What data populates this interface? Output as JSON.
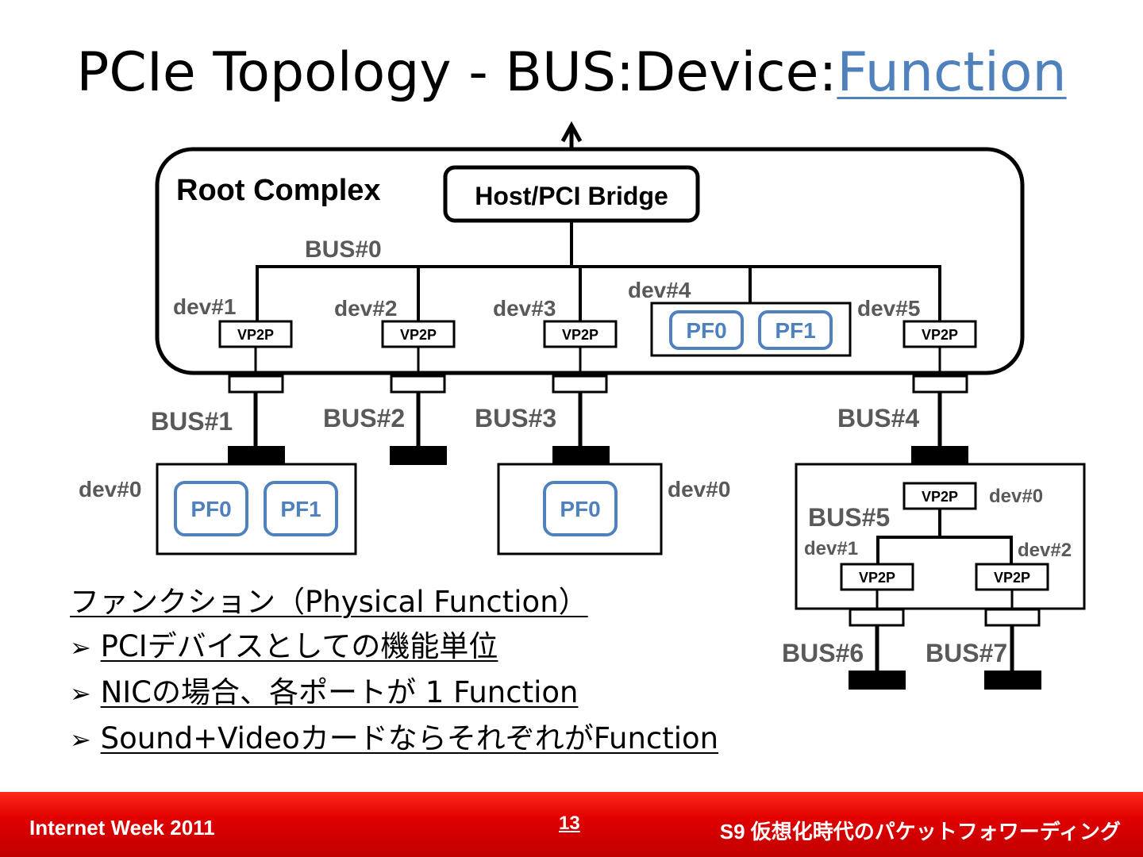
{
  "title": {
    "prefix": "PCIe Topology - BUS:Device:",
    "highlight": "Function"
  },
  "diagram": {
    "root_complex": "Root Complex",
    "host_bridge": "Host/PCI Bridge",
    "bus0": "BUS#0",
    "dev1": "dev#1",
    "dev2": "dev#2",
    "dev3": "dev#3",
    "dev4": "dev#4",
    "dev5": "dev#5",
    "vp2p": "VP2P",
    "pf0": "PF0",
    "pf1": "PF1",
    "bus1": "BUS#1",
    "bus2": "BUS#2",
    "bus3": "BUS#3",
    "bus4": "BUS#4",
    "bus5": "BUS#5",
    "bus6": "BUS#6",
    "bus7": "BUS#7",
    "dev0": "dev#0"
  },
  "bullets": {
    "heading": "ファンクション（Physical Function）",
    "marker": "➢",
    "items": [
      "PCIデバイスとしての機能単位",
      "NICの場合、各ポートが 1 Function",
      "Sound+VideoカードならそれぞれがFunction"
    ]
  },
  "footer": {
    "left": "Internet Week 2011",
    "page": "13",
    "right": "S9 仮想化時代のパケットフォワーディング"
  },
  "colors": {
    "accent": "#4f81bd",
    "label_gray": "#595959",
    "footer_red": "#e00000"
  }
}
